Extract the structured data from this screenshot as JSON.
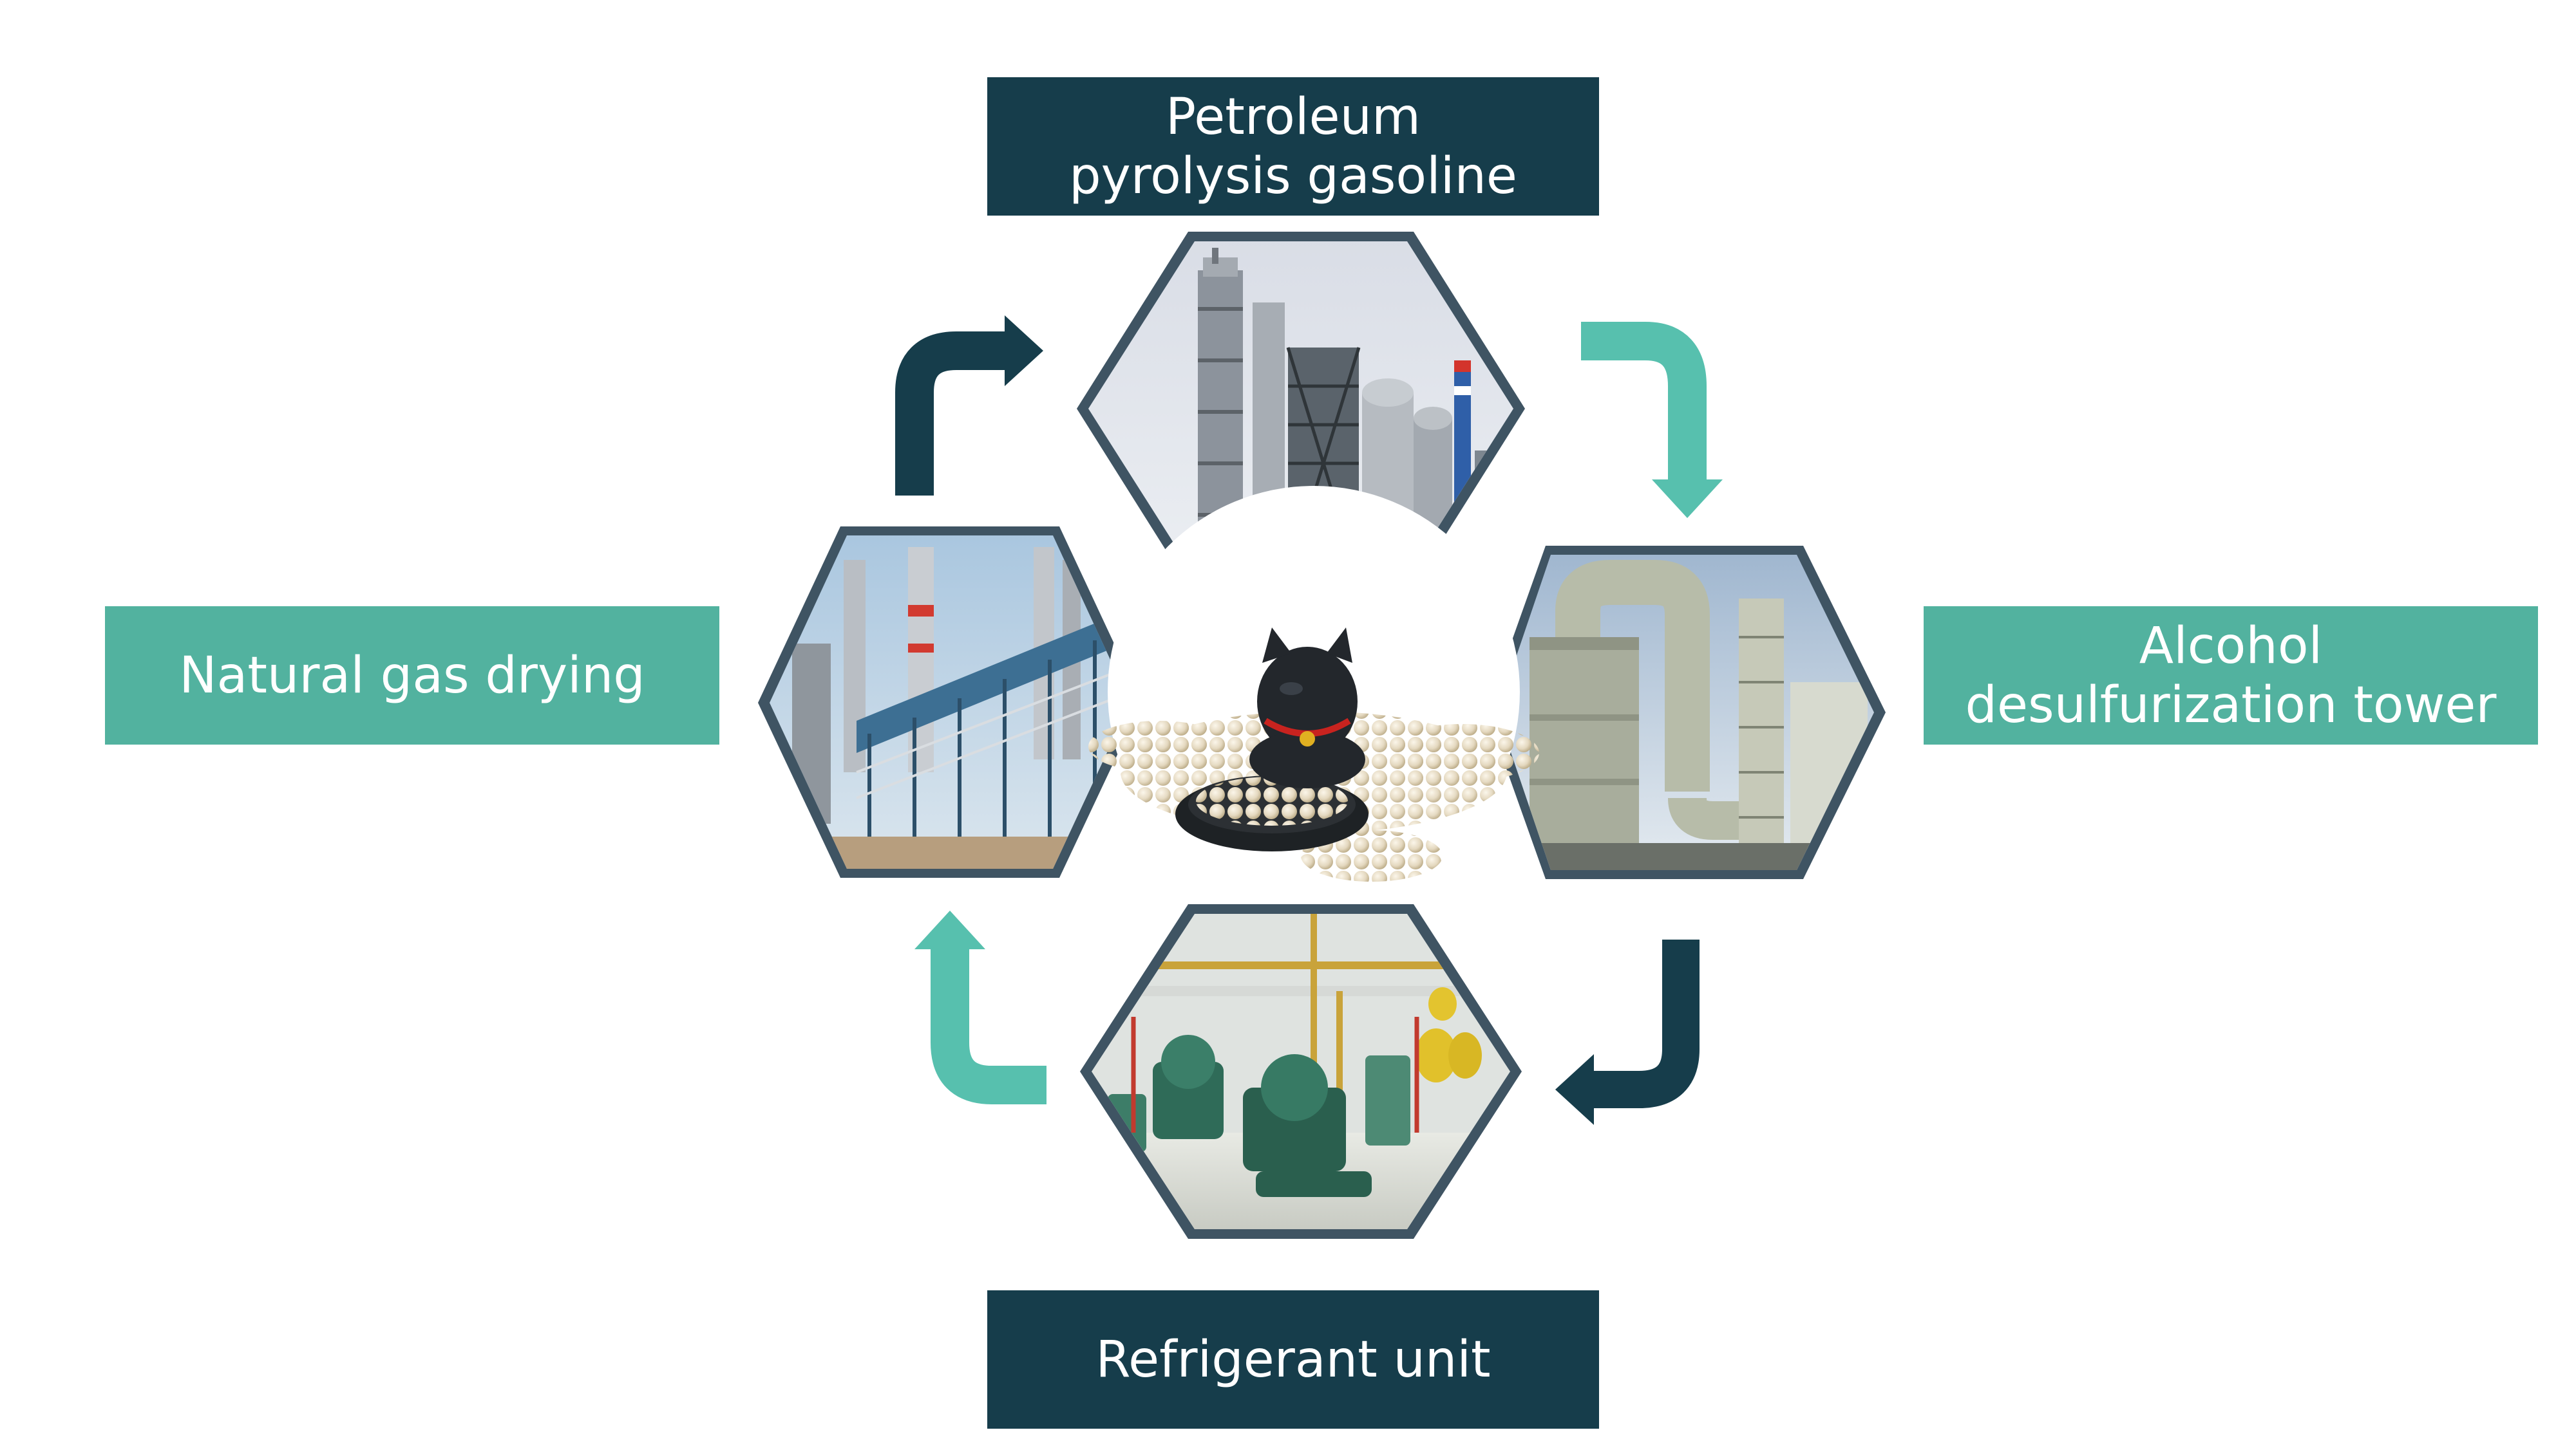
{
  "colors": {
    "dark": "#163d4b",
    "teal": "#52b29f",
    "hex_border": "#3f5463",
    "arrow_dark": "#163d4b",
    "arrow_teal": "#57c0ae"
  },
  "labels": {
    "top": {
      "line1": "Petroleum",
      "line2": "pyrolysis gasoline"
    },
    "right": {
      "line1": "Alcohol",
      "line2": "desulfurization tower"
    },
    "bottom": {
      "text": "Refrigerant unit"
    },
    "left": {
      "text": "Natural gas drying"
    }
  },
  "images": {
    "top": "refinery-towers-photo",
    "right": "scrubber-tower-photo",
    "bottom": "compressor-room-photo",
    "left": "gas-plant-photo",
    "center": "molecular-sieve-beads-photo"
  },
  "arrows": [
    {
      "name": "arrow-top-right",
      "color": "teal",
      "direction": "down"
    },
    {
      "name": "arrow-bottom-right",
      "color": "dark",
      "direction": "left"
    },
    {
      "name": "arrow-bottom-left",
      "color": "teal",
      "direction": "up"
    },
    {
      "name": "arrow-top-left",
      "color": "dark",
      "direction": "right"
    }
  ]
}
